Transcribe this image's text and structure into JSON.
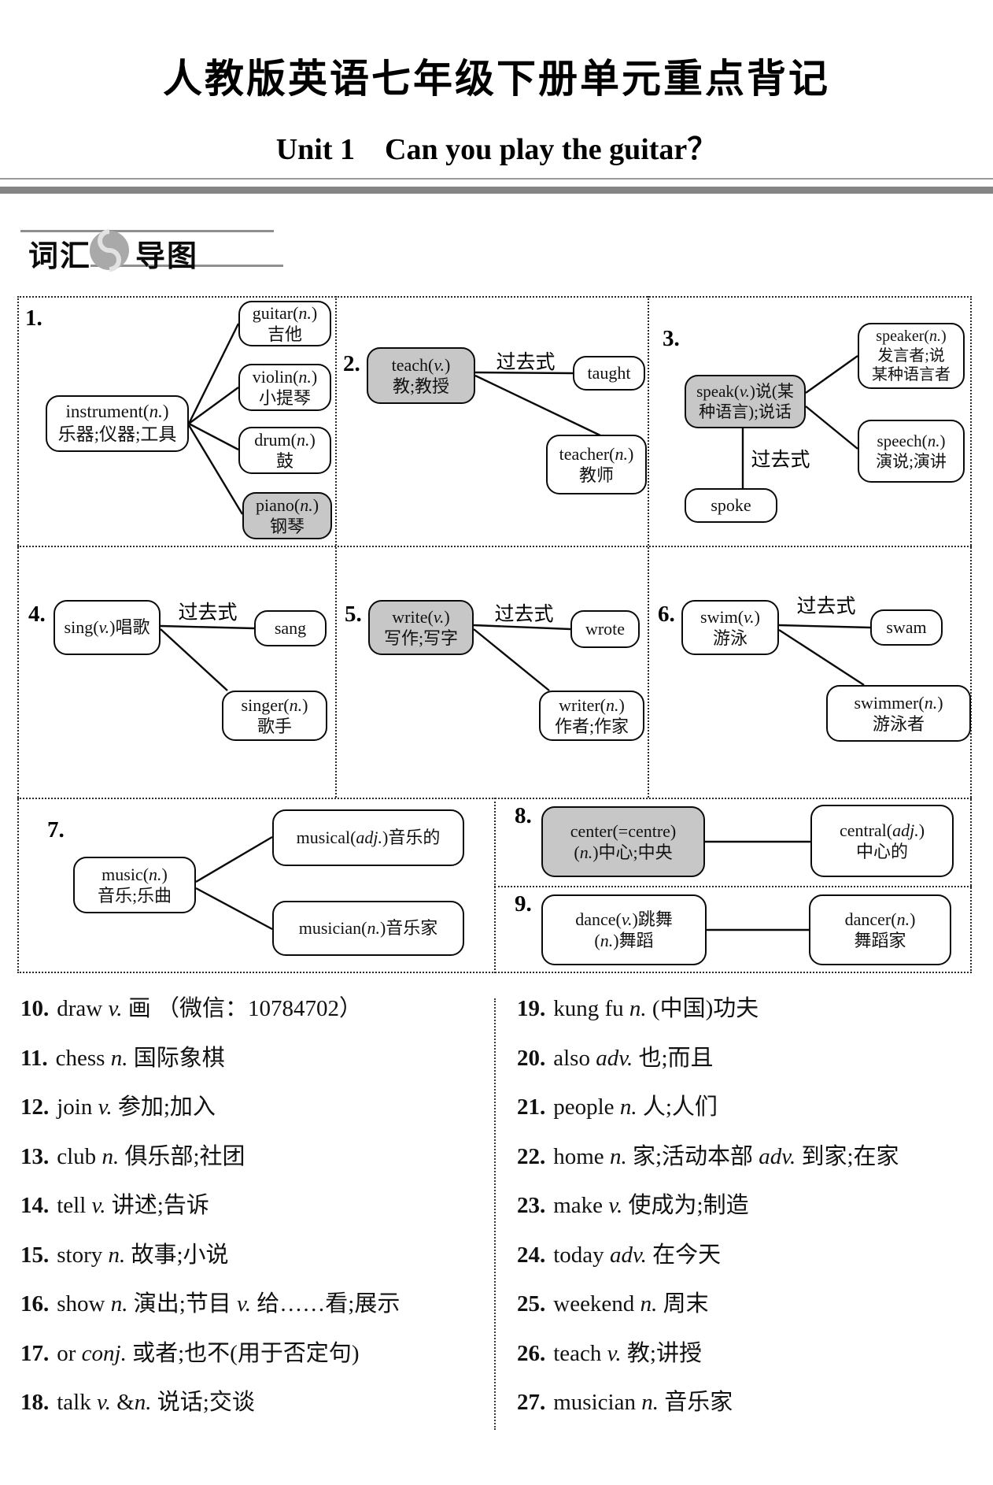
{
  "header": {
    "title": "人教版英语七年级下册单元重点背记",
    "subtitle": "Unit 1　Can you play the guitar？"
  },
  "badge": {
    "left": "词汇",
    "right": "导图"
  },
  "map": {
    "s1": {
      "num": "1.",
      "root_l1": "instrument(n.)",
      "root_l2": "乐器;仪器;工具",
      "guitar_l1": "guitar(n.)",
      "guitar_l2": "吉他",
      "violin_l1": "violin(n.)",
      "violin_l2": "小提琴",
      "drum_l1": "drum(n.)",
      "drum_l2": "鼓",
      "piano_l1": "piano(n.)",
      "piano_l2": "钢琴"
    },
    "s2": {
      "num": "2.",
      "past_label": "过去式",
      "root_l1": "teach(v.)",
      "root_l2": "教;教授",
      "past": "taught",
      "deriv_l1": "teacher(n.)",
      "deriv_l2": "教师"
    },
    "s3": {
      "num": "3.",
      "past_label": "过去式",
      "root_l1": "speak(v.)说(某",
      "root_l2": "种语言);说话",
      "past": "spoke",
      "speaker_l1": "speaker(n.)",
      "speaker_l2": "发言者;说",
      "speaker_l3": "某种语言者",
      "speech_l1": "speech(n.)",
      "speech_l2": "演说;演讲"
    },
    "s4": {
      "num": "4.",
      "past_label": "过去式",
      "root_l1": "sing(v.)唱歌",
      "past": "sang",
      "deriv_l1": "singer(n.)",
      "deriv_l2": "歌手"
    },
    "s5": {
      "num": "5.",
      "past_label": "过去式",
      "root_l1": "write(v.)",
      "root_l2": "写作;写字",
      "past": "wrote",
      "deriv_l1": "writer(n.)",
      "deriv_l2": "作者;作家"
    },
    "s6": {
      "num": "6.",
      "past_label": "过去式",
      "root_l1": "swim(v.)",
      "root_l2": "游泳",
      "past": "swam",
      "deriv_l1": "swimmer(n.)",
      "deriv_l2": "游泳者"
    },
    "s7": {
      "num": "7.",
      "root_l1": "music(n.)",
      "root_l2": "音乐;乐曲",
      "musical": "musical(adj.)音乐的",
      "musician": "musician(n.)音乐家"
    },
    "s8": {
      "num": "8.",
      "left_l1": "center(=centre)",
      "left_l2": "(n.)中心;中央",
      "right_l1": "central(adj.)",
      "right_l2": "中心的"
    },
    "s9": {
      "num": "9.",
      "left_l1": "dance(v.)跳舞",
      "left_l2": "(n.)舞蹈",
      "right_l1": "dancer(n.)",
      "right_l2": "舞蹈家"
    }
  },
  "word_list": {
    "left": [
      {
        "num": "10.",
        "text": "draw v. 画 （微信：10784702）"
      },
      {
        "num": "11.",
        "text": "chess n. 国际象棋"
      },
      {
        "num": "12.",
        "text": "join v. 参加;加入"
      },
      {
        "num": "13.",
        "text": "club n. 俱乐部;社团"
      },
      {
        "num": "14.",
        "text": "tell v. 讲述;告诉"
      },
      {
        "num": "15.",
        "text": "story n. 故事;小说"
      },
      {
        "num": "16.",
        "text": "show n. 演出;节目 v. 给……看;展示"
      },
      {
        "num": "17.",
        "text": "or conj. 或者;也不(用于否定句)"
      },
      {
        "num": "18.",
        "text": "talk v. &n. 说话;交谈"
      }
    ],
    "right": [
      {
        "num": "19.",
        "text": "kung fu n. (中国)功夫"
      },
      {
        "num": "20.",
        "text": "also adv. 也;而且"
      },
      {
        "num": "21.",
        "text": "people n. 人;人们"
      },
      {
        "num": "22.",
        "text": "home n. 家;活动本部 adv. 到家;在家"
      },
      {
        "num": "23.",
        "text": "make v. 使成为;制造"
      },
      {
        "num": "24.",
        "text": "today adv. 在今天"
      },
      {
        "num": "25.",
        "text": "weekend n. 周末"
      },
      {
        "num": "26.",
        "text": "teach v. 教;讲授"
      },
      {
        "num": "27.",
        "text": "musician n. 音乐家"
      }
    ]
  }
}
